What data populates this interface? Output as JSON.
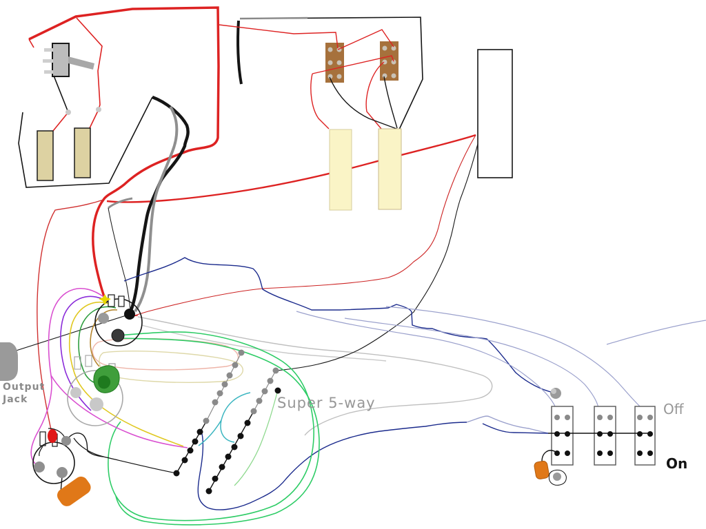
{
  "page": {
    "background": "#ffffff",
    "kind": "guitar-wiring-diagram"
  },
  "labels": {
    "output_jack_line1": "Output",
    "output_jack_line2": "Jack",
    "selector_switch": "Super 5-way",
    "switch_state_off": "Off",
    "switch_state_on": "On"
  },
  "colors": {
    "hot_red": "#dd2222",
    "ground_black": "#151515",
    "shield_gray": "#8f8f8f",
    "navy": "#1a2a8c",
    "periwinkle": "#9aa0cc",
    "bright_green": "#2ecc66",
    "pale_green": "#8fd98f",
    "teal": "#3ab5c0",
    "yellow": "#e0c820",
    "magenta": "#d94fd0",
    "purple": "#8a2bd9",
    "brown": "#b5862f",
    "bobbin_tan": "#ddd2a2",
    "cover_cream": "#faf4c6",
    "baseplate_brown": "#a6713c",
    "capacitor_orange": "#e07818",
    "solder_gray": "#9a9a9a",
    "solder_red": "#e01818",
    "solder_green": "#3f9e3b",
    "label_gray": "#979797",
    "label_black": "#141414"
  },
  "parts": [
    {
      "name": "mini-toggle-switch"
    },
    {
      "name": "neck-pickup-bobbins"
    },
    {
      "name": "humbucker-baseplates"
    },
    {
      "name": "pickup-covers"
    },
    {
      "name": "battery-box-rectangle"
    },
    {
      "name": "volume-pot"
    },
    {
      "name": "ghost-tone-pot"
    },
    {
      "name": "output-jack"
    },
    {
      "name": "tone-capacitor"
    },
    {
      "name": "super-5way-switch-lugs"
    },
    {
      "name": "dpdt-slide-switch-bank"
    },
    {
      "name": "switch-capacitor"
    }
  ]
}
